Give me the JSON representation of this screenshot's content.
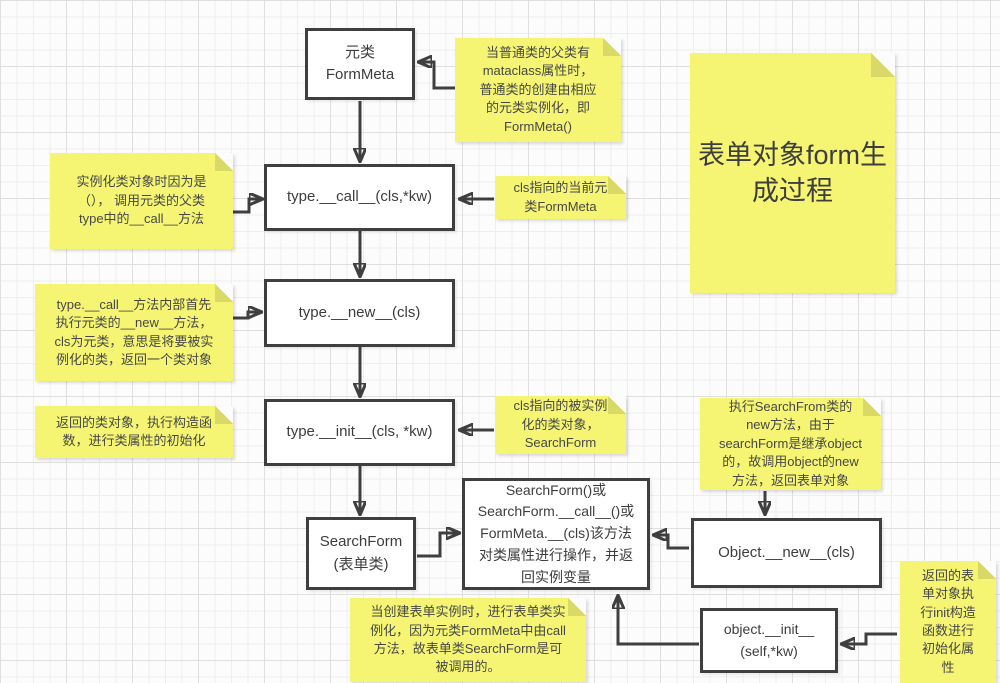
{
  "diagram": {
    "title_note": "表单对象form生\n成过程",
    "colors": {
      "note_fill": "#F5F573",
      "note_fold": "#D9D968",
      "node_fill": "#FFFFFF",
      "stroke": "#3F3F3F",
      "text": "#424242"
    },
    "nodes": [
      {
        "id": "formmeta",
        "label": "元类\nFormMeta"
      },
      {
        "id": "type-call",
        "label": "type.__call__(cls,*kw)"
      },
      {
        "id": "type-new",
        "label": "type.__new__(cls)"
      },
      {
        "id": "type-init",
        "label": "type.__init__(cls, *kw)"
      },
      {
        "id": "searchform",
        "label": "SearchForm\n(表单类)"
      },
      {
        "id": "searchform-call",
        "label": "SearchForm()或\nSearchForm.__call__()或\nFormMeta.__(cls)该方法\n对类属性进行操作，并返\n回实例变量"
      },
      {
        "id": "object-new",
        "label": "Object.__new__(cls)"
      },
      {
        "id": "object-init",
        "label": "object.__init__\n(self,*kw)"
      }
    ],
    "notes": [
      {
        "id": "metaclass-note",
        "text": "当普通类的父类有\nmataclass属性时，\n普通类的创建由相应\n的元类实例化，即\nFormMeta()"
      },
      {
        "id": "instantiate-note",
        "text": "实例化类对象时因为是\n（）， 调用元类的父类\ntype中的__call__方法"
      },
      {
        "id": "cls-formmeta-note",
        "text": "cls指向的当前元\n类FormMeta"
      },
      {
        "id": "call-internal-note",
        "text": "type.__call__方法内部首先\n执行元类的__new__方法，\ncls为元类，意思是将要被实\n例化的类，返回一个类对象"
      },
      {
        "id": "return-class-note",
        "text": "返回的类对象，执行构造函\n数，进行类属性的初始化"
      },
      {
        "id": "cls-searchform-note",
        "text": "cls指向的被实例\n化的类对象，\nSearchForm"
      },
      {
        "id": "form-instance-note",
        "text": "当创建表单实例时，进行表单类实\n例化，因为元类FormMeta中由call\n方法，故表单类SearchForm是可\n被调用的。"
      },
      {
        "id": "exec-new-note",
        "text": "执行SearchFrom类的\nnew方法，由于\nsearchForm是继承object\n的，故调用object的new\n方法，返回表单对象"
      },
      {
        "id": "return-form-note",
        "text": "返回的表\n单对象执\n行init构造\n函数进行\n初始化属\n性"
      }
    ]
  }
}
